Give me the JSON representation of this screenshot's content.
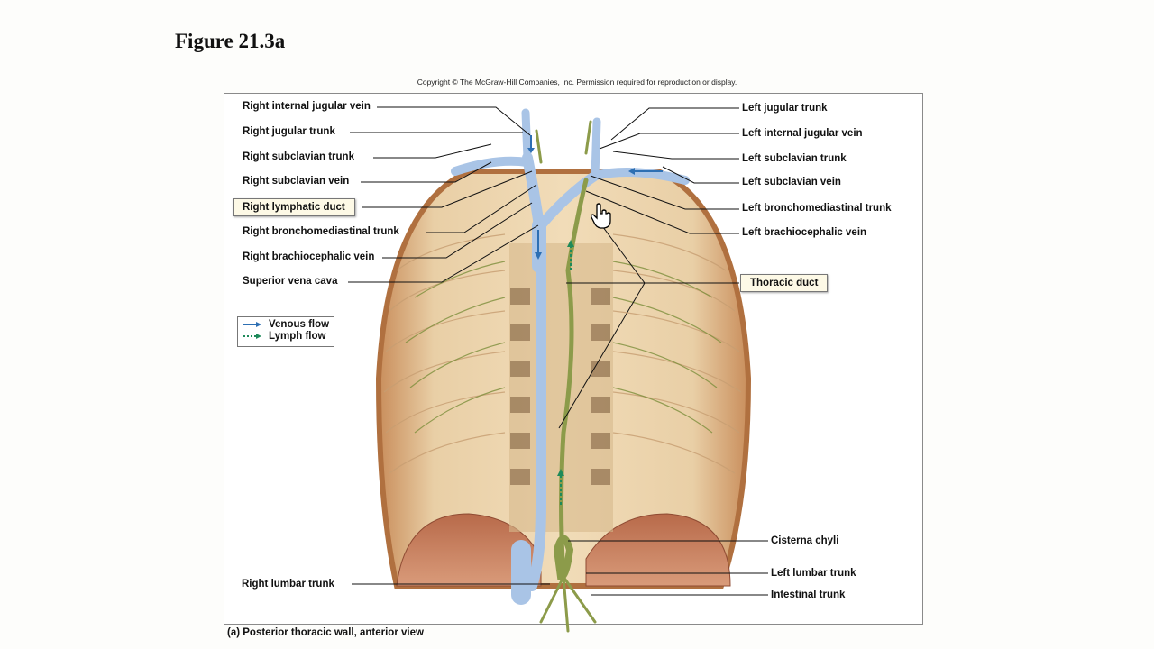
{
  "page": {
    "title": "Figure 21.3a",
    "copyright": "Copyright © The McGraw-Hill Companies, Inc. Permission required for reproduction or display.",
    "caption": "(a) Posterior thoracic wall, anterior view"
  },
  "labels": {
    "right_internal_jugular_vein": "Right internal jugular vein",
    "right_jugular_trunk": "Right jugular trunk",
    "right_subclavian_trunk": "Right subclavian trunk",
    "right_subclavian_vein": "Right subclavian vein",
    "right_lymphatic_duct": "Right lymphatic duct",
    "right_bronchomediastinal_trunk": "Right bronchomediastinal trunk",
    "right_brachiocephalic_vein": "Right brachiocephalic vein",
    "superior_vena_cava": "Superior vena cava",
    "right_lumbar_trunk": "Right lumbar trunk",
    "left_jugular_trunk": "Left jugular trunk",
    "left_internal_jugular_vein": "Left internal jugular vein",
    "left_subclavian_trunk": "Left subclavian trunk",
    "left_subclavian_vein": "Left subclavian vein",
    "left_bronchomediastinal_trunk": "Left bronchomediastinal trunk",
    "left_brachiocephalic_vein": "Left brachiocephalic vein",
    "thoracic_duct": "Thoracic duct",
    "cisterna_chyli": "Cisterna chyli",
    "left_lumbar_trunk": "Left lumbar trunk",
    "intestinal_trunk": "Intestinal trunk"
  },
  "legend": {
    "venous_flow": "Venous flow",
    "lymph_flow": "Lymph flow"
  },
  "colors": {
    "vein": "#a9c4e6",
    "lymph": "#8c9b4a",
    "tissue": "#e4c9a3",
    "muscle": "#b9684a",
    "arrow_blue": "#2d6fb3",
    "arrow_green": "#1e8a5a"
  }
}
